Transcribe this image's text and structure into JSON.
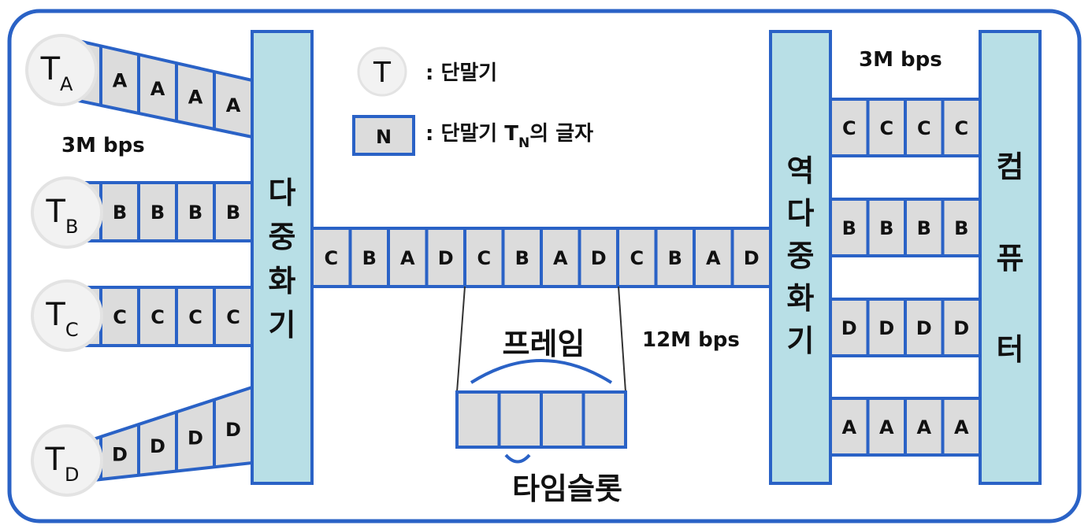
{
  "legend": {
    "terminal_symbol": "T",
    "terminal_desc": ": 단말기",
    "char_symbol": "N",
    "char_desc_prefix": ": 단말기 T",
    "char_desc_sub": "N",
    "char_desc_suffix": "의 글자"
  },
  "terminals": [
    {
      "base": "T",
      "sub": "A",
      "char": "A"
    },
    {
      "base": "T",
      "sub": "B",
      "char": "B"
    },
    {
      "base": "T",
      "sub": "C",
      "char": "C"
    },
    {
      "base": "T",
      "sub": "D",
      "char": "D"
    }
  ],
  "input_rate": "3M bps",
  "output_rate": "3M bps",
  "link_rate": "12M bps",
  "mux_label": [
    "다",
    "중",
    "화",
    "기"
  ],
  "demux_label": [
    "역",
    "다",
    "중",
    "화",
    "기"
  ],
  "computer_label": [
    "컴",
    "퓨",
    "터"
  ],
  "link_sequence": [
    "C",
    "B",
    "A",
    "D",
    "C",
    "B",
    "A",
    "D",
    "C",
    "B",
    "A",
    "D"
  ],
  "frame_label": "프레임",
  "slot_label": "타임슬롯",
  "frame_slot_count": 4,
  "output_rows": [
    [
      "C",
      "C",
      "C",
      "C"
    ],
    [
      "B",
      "B",
      "B",
      "B"
    ],
    [
      "D",
      "D",
      "D",
      "D"
    ],
    [
      "A",
      "A",
      "A",
      "A"
    ]
  ],
  "colors": {
    "border": "#2a62c6",
    "cell_fill": "#dcdcdc",
    "bar_fill": "#b8dfe6",
    "terminal_fill": "#f2f2f2"
  }
}
